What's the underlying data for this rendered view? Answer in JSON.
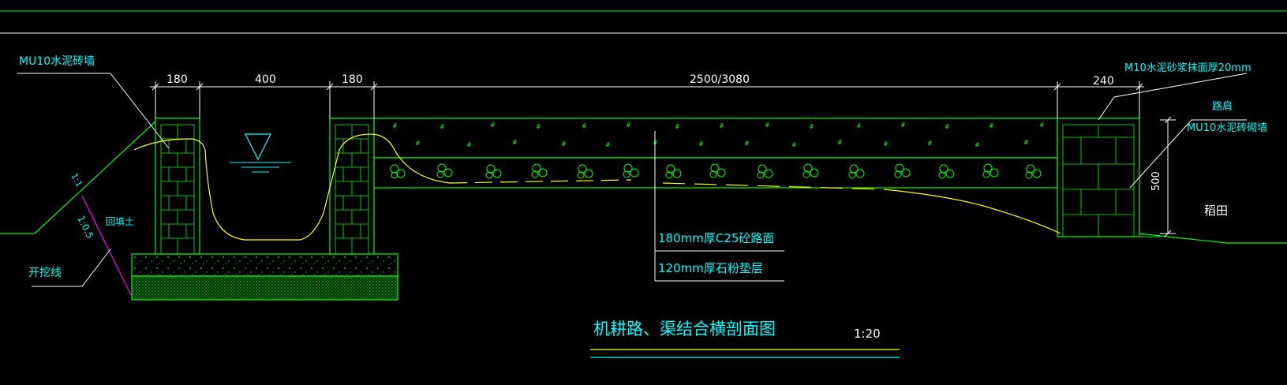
{
  "drawing": {
    "title": "机耕路、渠结合横剖面图",
    "scale": "1:20"
  },
  "dimensions": {
    "wall_left": "180",
    "channel_width": "400",
    "wall_right": "180",
    "road_width": "2500/3080",
    "curb_width": "240",
    "curb_height": "500"
  },
  "labels": {
    "wall_material": "MU10水泥砖墙",
    "plaster_note": "M10水泥砂浆抹面厚20mm",
    "shoulder": "路肩",
    "shoulder_wall": "MU10水泥砖砌墙",
    "backfill": "回填土",
    "excavation_line": "开挖线",
    "slope_upper": "1:1",
    "slope_lower": "1:0.5",
    "paddy_field": "稻田",
    "layer_surface": "180mm厚C25砼路面",
    "layer_base": "120mm厚石粉垫层"
  },
  "colors": {
    "background": "#000000",
    "structure": "#00ff00",
    "text": "#00ffff",
    "dimension": "#ffffff",
    "terrain": "#ffff00",
    "excavation": "#ff00ff"
  }
}
